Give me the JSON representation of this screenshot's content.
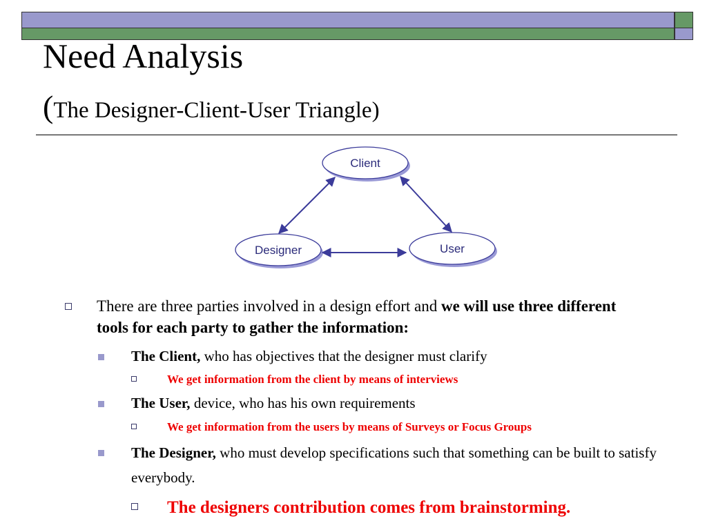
{
  "slide": {
    "title": "Need Analysis",
    "subtitle_paren": "(",
    "subtitle_text": "The Designer-Client-User Triangle)"
  },
  "diagram": {
    "nodes": {
      "client": "Client",
      "designer": "Designer",
      "user": "User"
    },
    "colors": {
      "node_border": "#3b3b9a",
      "node_shadow": "#9a9ad6",
      "arrow": "#3b3b9a"
    }
  },
  "bullets": {
    "intro_plain": "There are three parties involved in a design effort and ",
    "intro_bold": "we will use three different tools for each party to gather the information:",
    "client_bold": "The Client,",
    "client_rest": " who has objectives that the designer must clarify",
    "client_method": "We get information from the client by means of interviews",
    "user_bold": "The User,",
    "user_rest": " device, who has his own requirements",
    "user_method": "We get information from the users by means of Surveys or Focus Groups",
    "designer_bold": "The Designer,",
    "designer_rest": " who must develop specifications such that something can be built to satisfy everybody.",
    "designer_method": "The designers contribution comes from brainstorming."
  },
  "theme": {
    "bar_purple": "#9999cc",
    "bar_green": "#669966",
    "accent_red": "#ee0000"
  }
}
